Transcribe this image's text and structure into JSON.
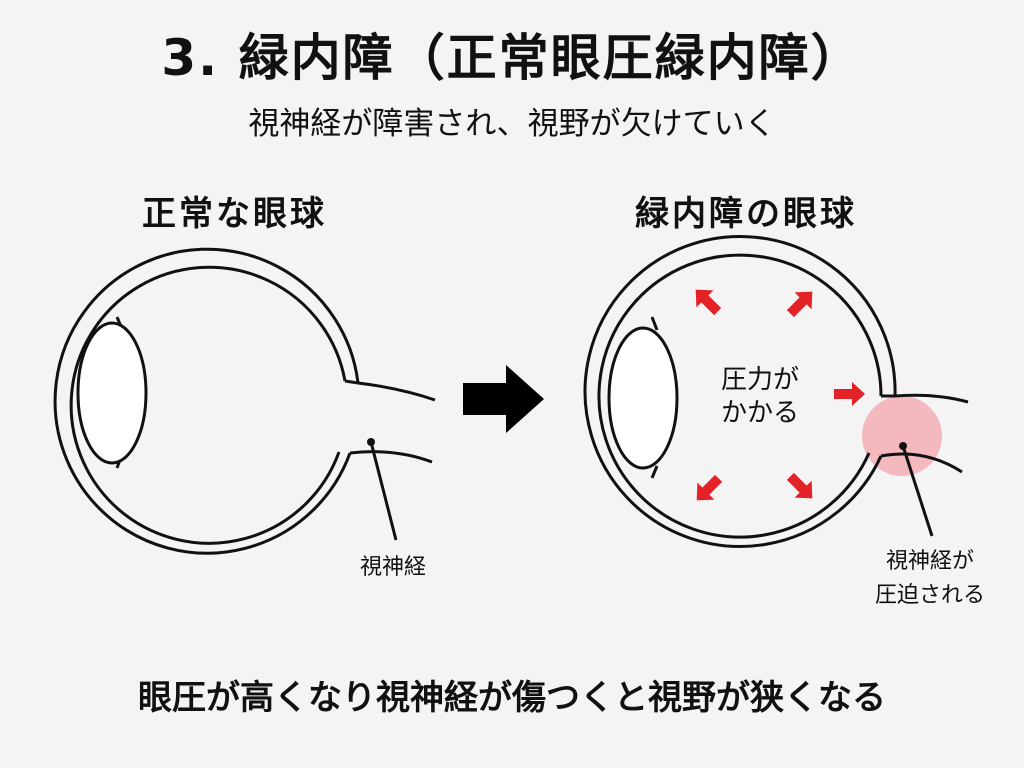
{
  "title": "3. 緑内障（正常眼圧緑内障）",
  "subtitle": "視神経が障害され、視野が欠けていく",
  "normal_eye": {
    "heading": "正常な眼球",
    "nerve_label": "視神経"
  },
  "glaucoma_eye": {
    "heading": "緑内障の眼球",
    "pressure_label_line1": "圧力が",
    "pressure_label_line2": "かかる",
    "nerve_label_line1": "視神経が",
    "nerve_label_line2": "圧迫される"
  },
  "caption": "眼圧が高くなり視神経が傷つくと視野が狭くなる",
  "colors": {
    "arrow_red": "#e32228",
    "highlight": "#f2a0a8",
    "stroke": "#111111",
    "background": "#f4f4f4"
  }
}
